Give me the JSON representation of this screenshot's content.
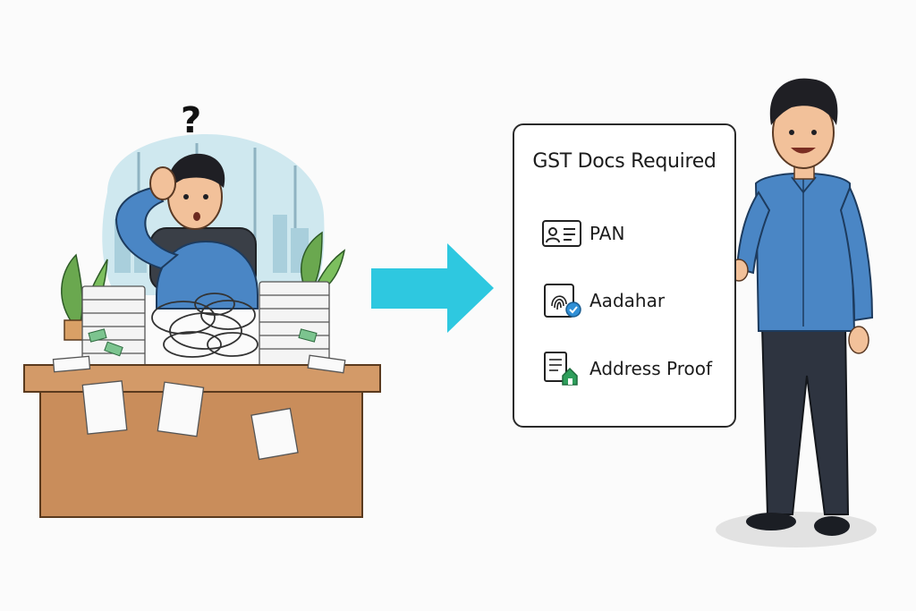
{
  "confused_person": {
    "thought_symbol": "?"
  },
  "checklist": {
    "title": "GST Docs Required",
    "items": [
      {
        "label": "PAN",
        "icon": "id-card-icon"
      },
      {
        "label": "Aadahar",
        "icon": "fingerprint-check-icon"
      },
      {
        "label": "Address Proof",
        "icon": "document-house-icon"
      }
    ]
  },
  "colors": {
    "arrow": "#2ec8e0",
    "shirt": "#4a86c5",
    "desk": "#c98d5b",
    "card_border": "#2a2a2a",
    "check": "#2f8fd6",
    "house": "#2e9e5b"
  }
}
